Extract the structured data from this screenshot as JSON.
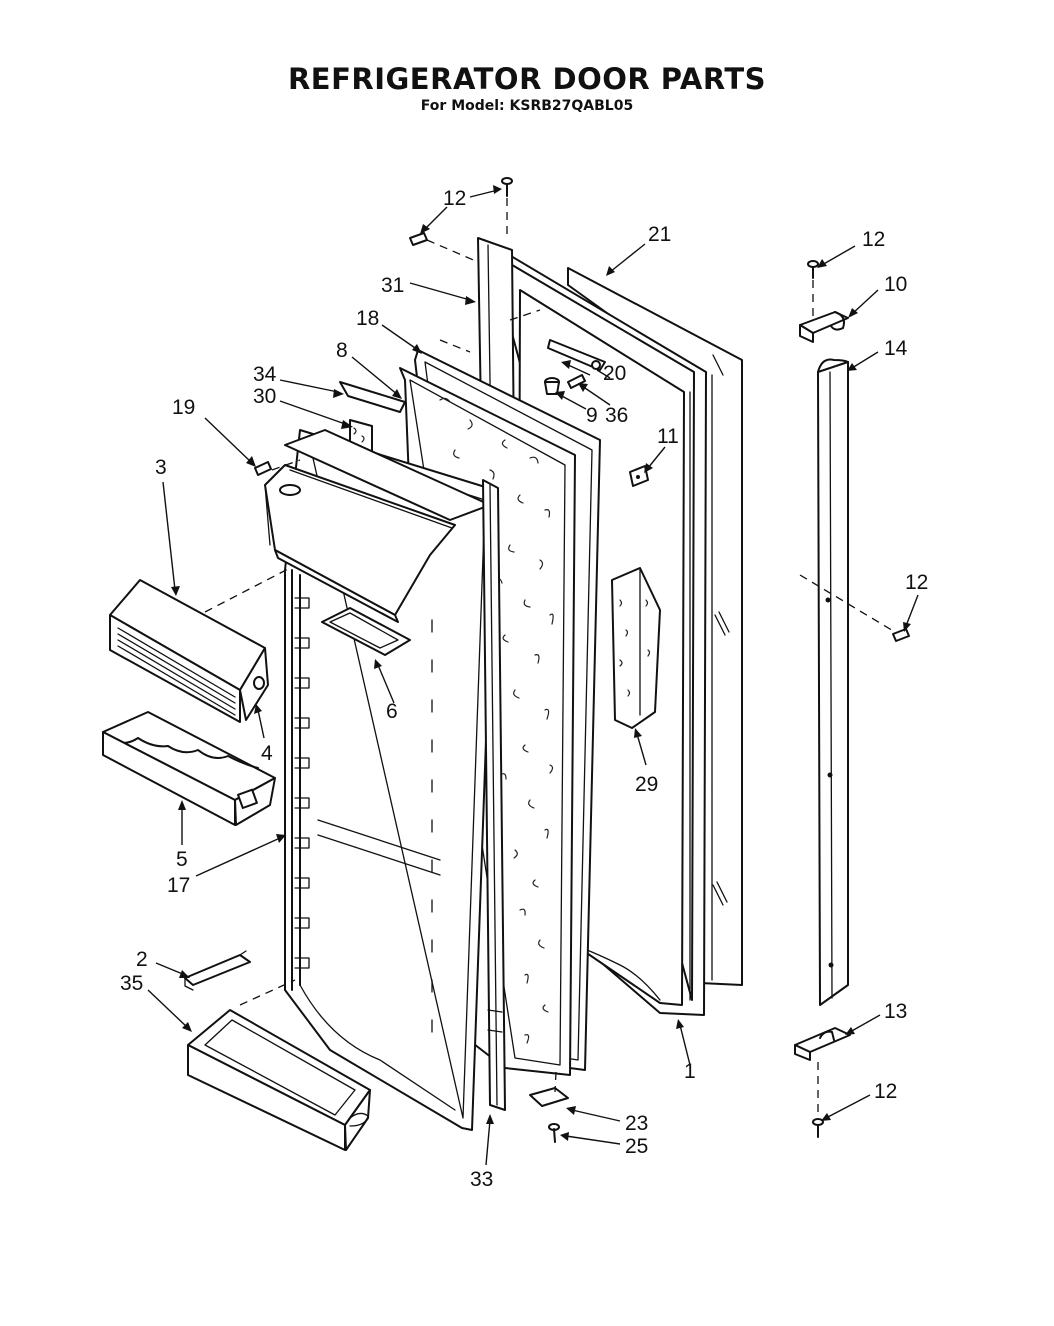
{
  "title": "REFRIGERATOR DOOR PARTS",
  "subtitle": "For Model: KSRB27QABL05",
  "callouts": {
    "c1": "1",
    "c2": "2",
    "c3": "3",
    "c4": "4",
    "c5": "5",
    "c6": "6",
    "c8": "8",
    "c9": "9",
    "c10": "10",
    "c11": "11",
    "c12": "12",
    "c13": "13",
    "c14": "14",
    "c17": "17",
    "c18": "18",
    "c19": "19",
    "c20": "20",
    "c21": "21",
    "c23": "23",
    "c25": "25",
    "c29": "29",
    "c30": "30",
    "c31": "31",
    "c33": "33",
    "c34": "34",
    "c35": "35",
    "c36": "36"
  }
}
